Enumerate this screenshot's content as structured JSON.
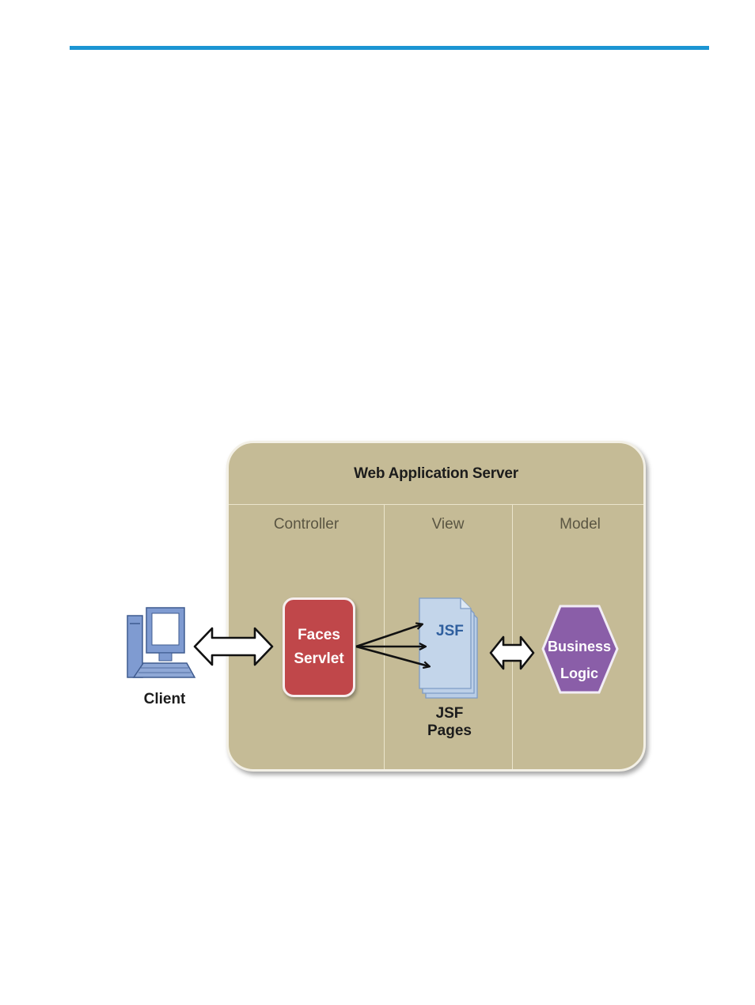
{
  "diagram": {
    "server_title": "Web Application Server",
    "columns": [
      "Controller",
      "View",
      "Model"
    ],
    "client_label": "Client",
    "faces_servlet": [
      "Faces",
      "Servlet"
    ],
    "jsf_label": "JSF",
    "jsf_pages_label": "JSF Pages",
    "business_logic": [
      "Business",
      "Logic"
    ]
  },
  "colors": {
    "accent_rule": "#1b95d3",
    "server_fill": "#c5bb96",
    "servlet_fill": "#c0474a",
    "jsf_page_fill": "#b9cde6",
    "business_fill": "#8a5ea8",
    "client_blue": "#7f9bd1"
  },
  "icons": [
    "computer-icon",
    "double-arrow-icon",
    "document-stack-icon",
    "hexagon-icon"
  ]
}
